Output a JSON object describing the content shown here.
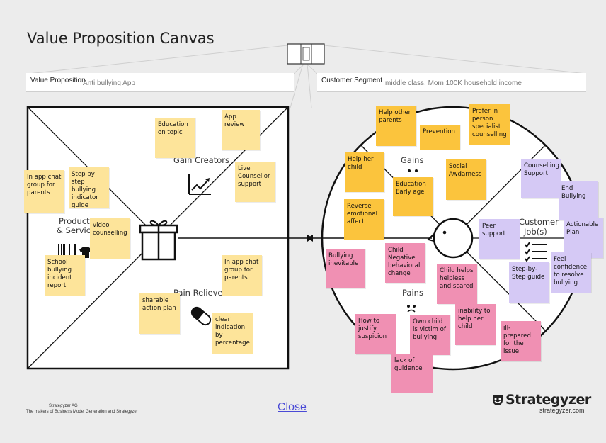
{
  "title": "Value Proposition Canvas",
  "value_proposition": {
    "label": "Value Proposition",
    "value": "Anti bullying App"
  },
  "customer_segment": {
    "label": "Customer Segment",
    "value": "middle class, Mom 100K household income"
  },
  "sections": {
    "gain_creators": "Gain Creators",
    "products_line1": "Products",
    "products_line2": "& Services",
    "pain_relievers": "Pain Relievers",
    "gains": "Gains",
    "pains": "Pains",
    "customer_jobs_line1": "Customer",
    "customer_jobs_line2": "Job(s)"
  },
  "notes": {
    "education_topic": "Education on topic",
    "app_review": "App review",
    "live_counsellor": "Live Counsellor support",
    "chat_group_1": "In app chat group for parents",
    "step_by_step": "Step by step bullying indicator guide",
    "video_counselling": "video counselling",
    "school_report": "School bullying incident report",
    "chat_group_2": "In app chat group for parents",
    "sharable_plan": "sharable action plan",
    "clear_indication": "clear indication by percentage",
    "help_other_parents": "Help other parents",
    "prevention": "Prevention",
    "prefer_specialist": "Prefer in person specialist counselling",
    "help_child": "Help her child",
    "social_awareness": "Social Awdarness",
    "education_early": "Education Early age",
    "reverse_effect": "Reverse emotional affect",
    "counselling_support": "Counselling Support",
    "end_bullying": "End Bullying",
    "peer_support": "Peer support",
    "actionable_plan": "Actionable Plan",
    "feel_confidence": "Feel confidence to resolve bullying",
    "step_guide": "Step-by-Step guide",
    "bullying_inevitable": "Bullying inevitable",
    "child_negative": "Child Negative behavioral change",
    "child_helps": "Child helps helpless and scared",
    "how_to_justify": "How to justify suspicion",
    "own_child_victim": "Own child is victim of bullying",
    "inability_help": "inability to help her child",
    "ill_prepared": "ill-prepared for the issue",
    "lack_guidence": "lack of guidence"
  },
  "footer": {
    "company": "Strategyzer AG",
    "tagline": "The makers of Business Model Generation and Strategyzer",
    "close": "Close",
    "brand": "Strategyzer",
    "url": "strategyzer.com"
  },
  "colors": {
    "light_yellow": "#fde49a",
    "orange": "#fbc43d",
    "pink": "#f090b3",
    "lavender": "#d5c9f5"
  }
}
